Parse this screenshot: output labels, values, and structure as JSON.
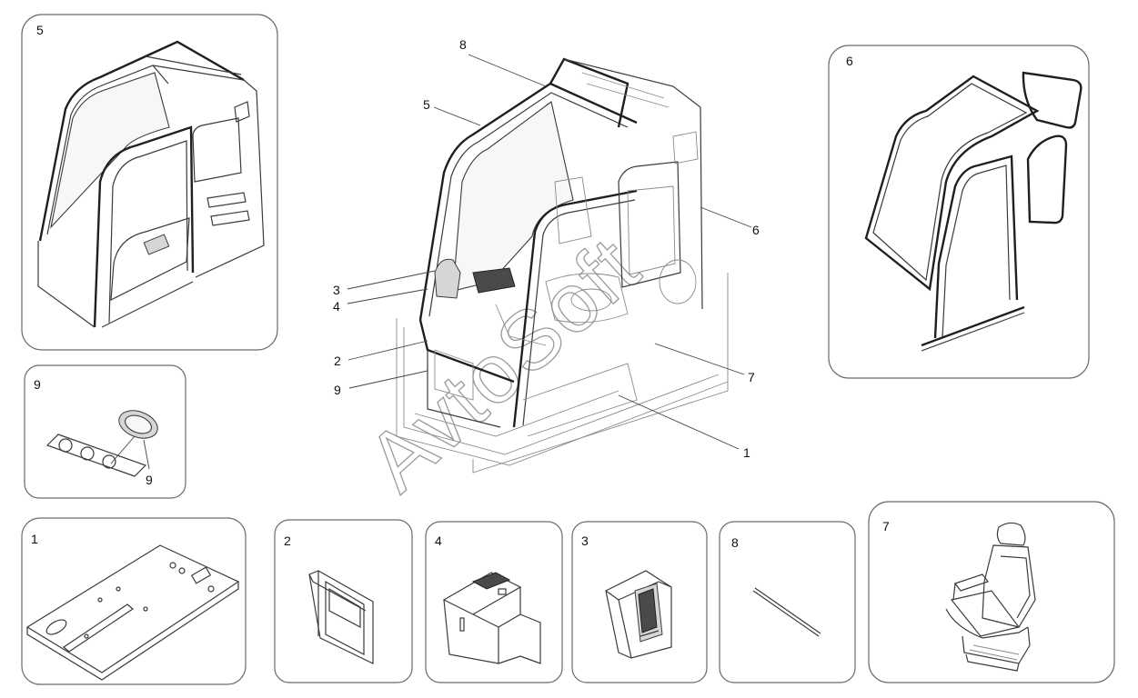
{
  "watermark": "AvtoSoft",
  "panels": {
    "p5": "5",
    "p6": "6",
    "p9": "9",
    "p1": "1",
    "p2": "2",
    "p4": "4",
    "p3": "3",
    "p8": "8",
    "p7": "7"
  },
  "inner_labels": {
    "p9_item": "9"
  },
  "callouts": {
    "c8": "8",
    "c5": "5",
    "c6": "6",
    "c3": "3",
    "c4": "4",
    "c2": "2",
    "c9": "9",
    "c7": "7",
    "c1": "1"
  }
}
